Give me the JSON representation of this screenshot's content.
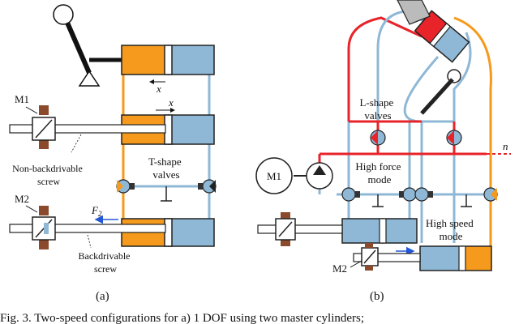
{
  "panel_a": {
    "motor_1": "M1",
    "motor_2": "M2",
    "x_top": "x",
    "x_mid": "x",
    "non_backdrivable": [
      "Non-backdrivable",
      "screw"
    ],
    "tshape": [
      "T-shape",
      "valves"
    ],
    "force": "F",
    "force_sub": "2",
    "backdrivable": [
      "Backdrivable",
      "screw"
    ],
    "label": "(a)"
  },
  "panel_b": {
    "lshape": [
      "L-shape",
      "valves"
    ],
    "n": "n",
    "motor_1": "M1",
    "high_force": [
      "High force",
      "mode"
    ],
    "high_speed": [
      "High speed",
      "mode"
    ],
    "motor_2": "M2",
    "label": "(b)"
  },
  "caption": "Fig. 3.   Two-speed configurations for a) 1 DOF using two master cylinders;",
  "colors": {
    "orange": "#f59a1c",
    "blue": "#8fb8d6",
    "red": "#e8242a",
    "brown": "#8b4a2b",
    "arrow": "#2457d6"
  }
}
